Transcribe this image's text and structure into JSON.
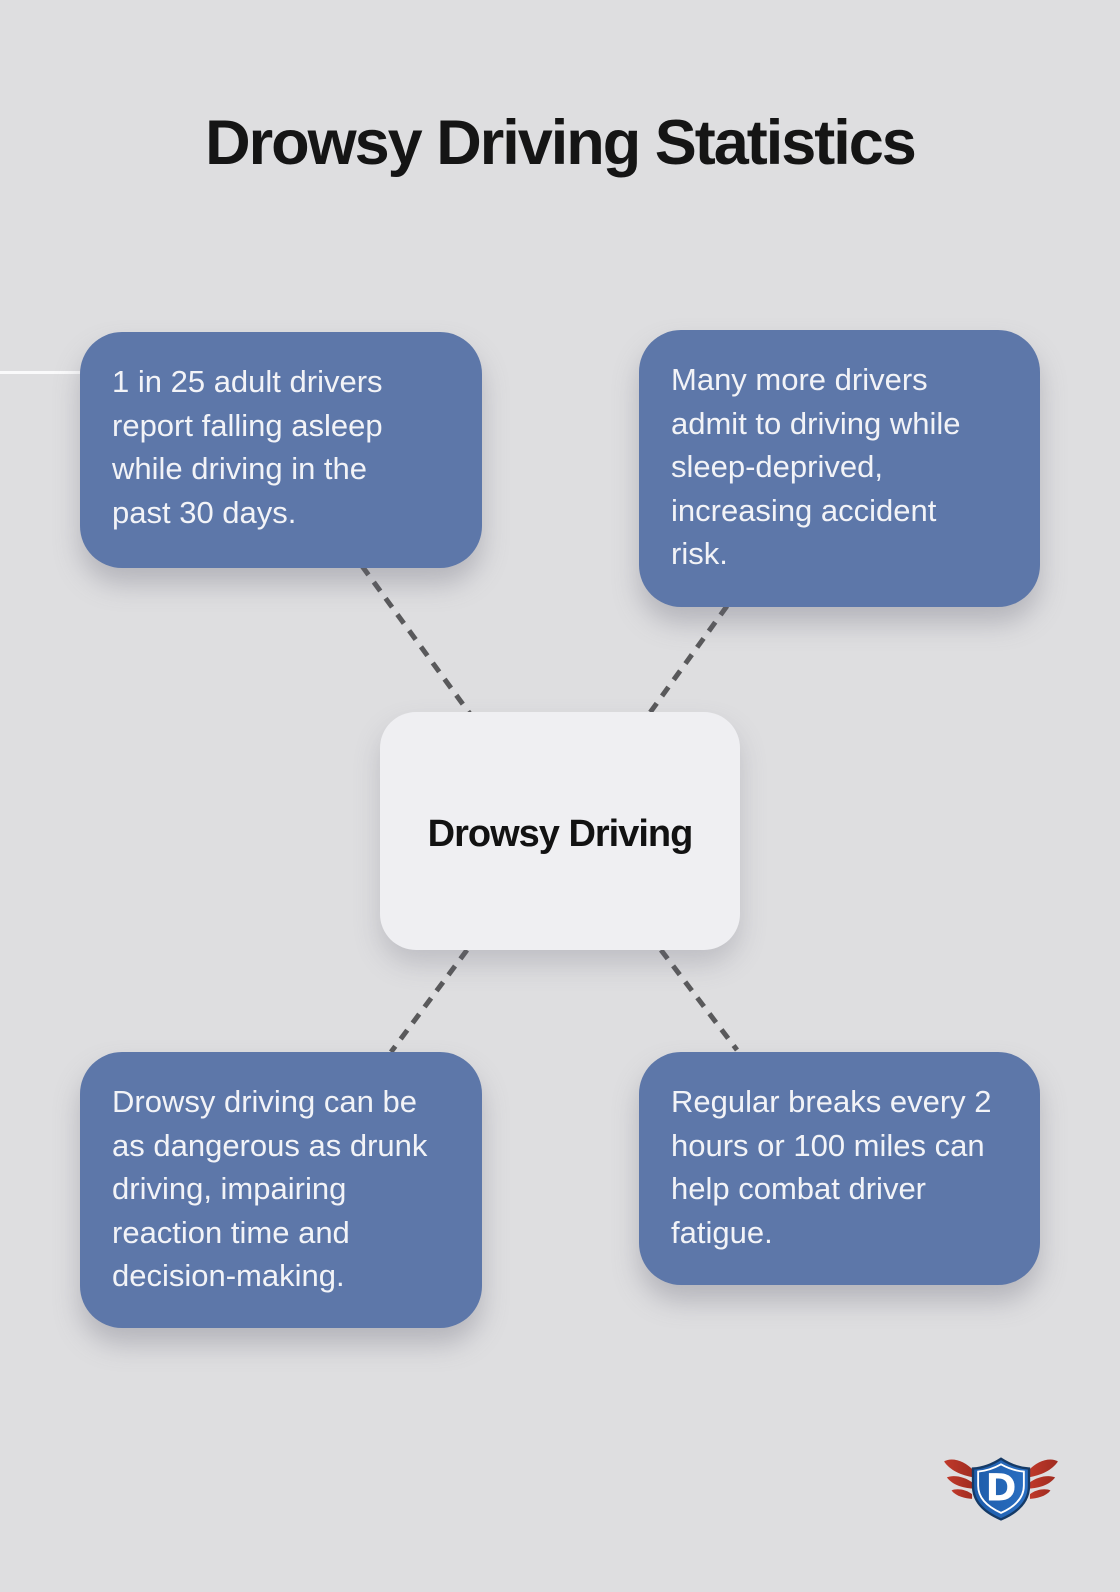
{
  "title": "Drowsy Driving Statistics",
  "center": {
    "label": "Drowsy Driving"
  },
  "stats": [
    {
      "position": "top-left",
      "text": "1 in 25 adult drivers\nreport falling asleep\nwhile driving in the\npast 30 days."
    },
    {
      "position": "top-right",
      "text": "Many more drivers\nadmit to driving while\nsleep-deprived,\nincreasing accident\nrisk."
    },
    {
      "position": "bottom-left",
      "text": "Drowsy driving can be\nas dangerous as drunk\ndriving, impairing\nreaction time and\ndecision-making."
    },
    {
      "position": "bottom-right",
      "text": "Regular breaks every 2\nhours or 100 miles can\nhelp combat driver\nfatigue."
    }
  ],
  "logo": {
    "letter": "D"
  },
  "colors": {
    "background": "#dedee0",
    "stat_box": "#5d77a9",
    "stat_text": "#f2f3f7",
    "center_box": "#efeff2",
    "center_text": "#121212",
    "connector": "#59595b",
    "logo_shield_blue": "#1e62b4",
    "logo_shield_border": "#153a66",
    "logo_wing_red": "#b5372b"
  }
}
